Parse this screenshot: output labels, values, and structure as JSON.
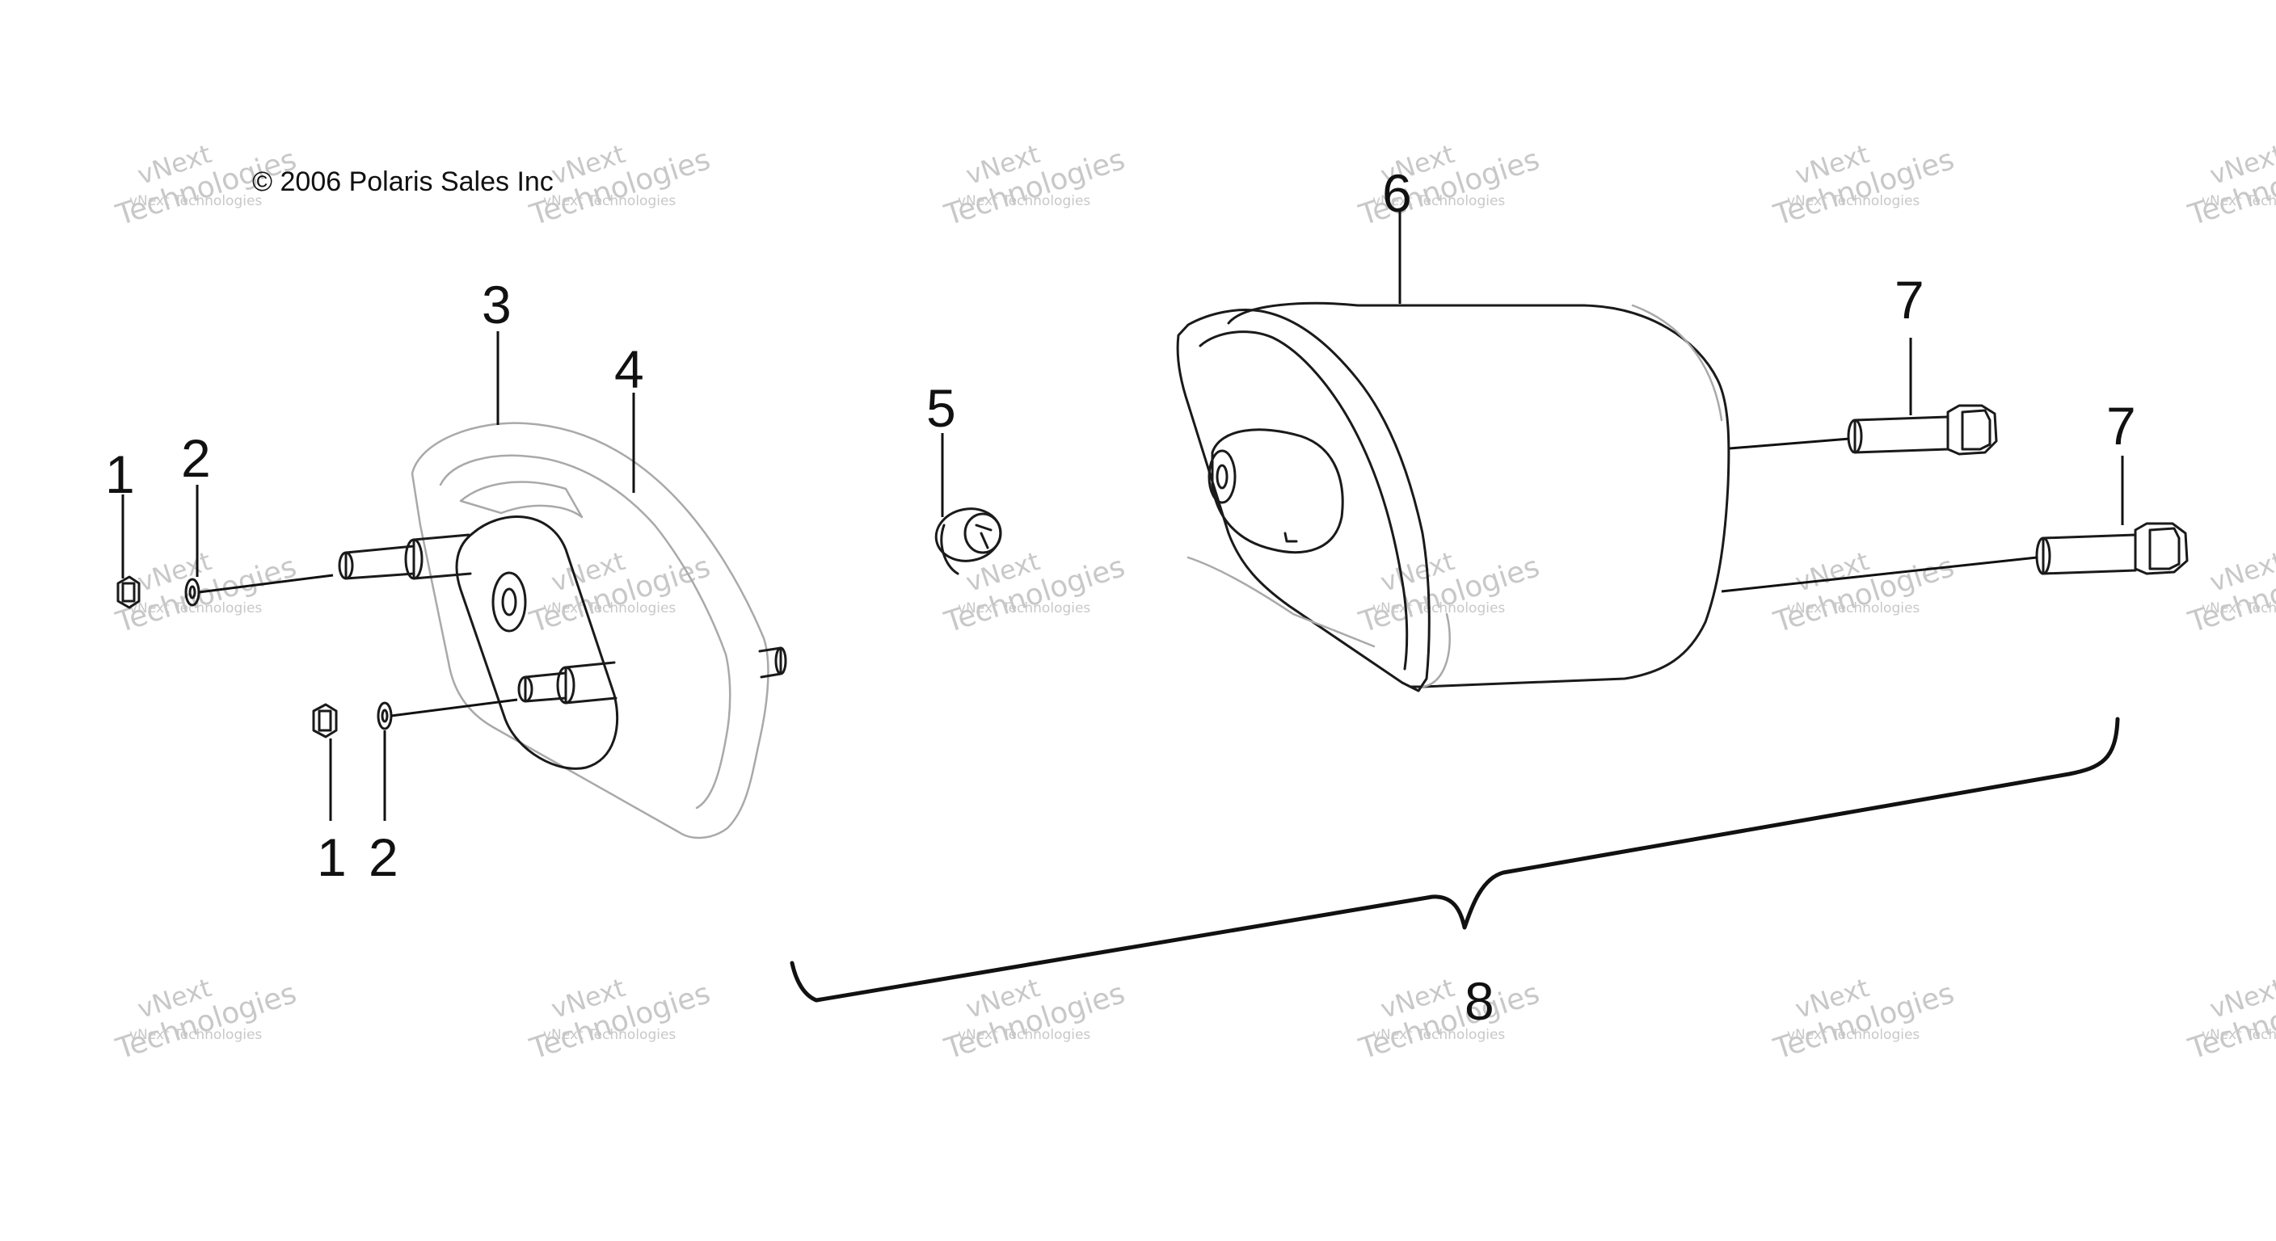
{
  "copyright": "© 2006 Polaris Sales Inc",
  "watermark": {
    "line1": "vNext Technologies",
    "line2": "vNext",
    "line3": "Technologies"
  },
  "callouts": {
    "c1a": "1",
    "c2a": "2",
    "c1b": "1",
    "c2b": "2",
    "c3": "3",
    "c4": "4",
    "c5": "5",
    "c6": "6",
    "c7a": "7",
    "c7b": "7",
    "c8": "8"
  },
  "colors": {
    "line": "#1a1a1a",
    "faint_line": "#a9a9a9",
    "watermark": "#c8c8c8",
    "background": "#ffffff"
  }
}
